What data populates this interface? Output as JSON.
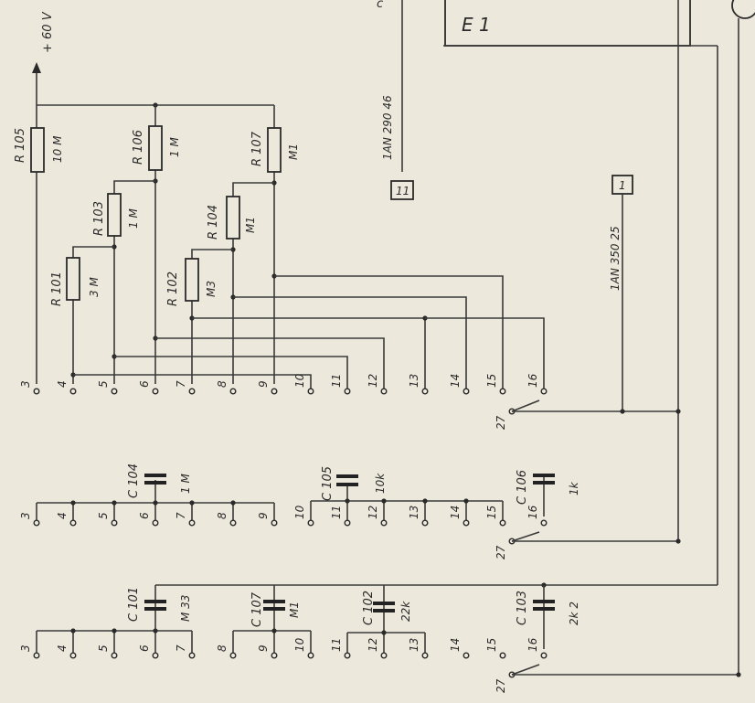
{
  "supply": {
    "label": "+ 60 V"
  },
  "resistors": [
    {
      "id": "r105",
      "ref": "R 105",
      "value": "10 M"
    },
    {
      "id": "r106",
      "ref": "R 106",
      "value": "1 M"
    },
    {
      "id": "r107",
      "ref": "R 107",
      "value": "M1"
    },
    {
      "id": "r103",
      "ref": "R 103",
      "value": "1 M"
    },
    {
      "id": "r104",
      "ref": "R 104",
      "value": "M1"
    },
    {
      "id": "r101",
      "ref": "R 101",
      "value": "3 M"
    },
    {
      "id": "r102",
      "ref": "R 102",
      "value": "M3"
    }
  ],
  "capacitors": [
    {
      "id": "c104",
      "ref": "C 104",
      "value": "1 M"
    },
    {
      "id": "c105",
      "ref": "C 105",
      "value": "10k"
    },
    {
      "id": "c106",
      "ref": "C 106",
      "value": "1k"
    },
    {
      "id": "c101",
      "ref": "C 101",
      "value": "M 33"
    },
    {
      "id": "c107",
      "ref": "C 107",
      "value": "M1"
    },
    {
      "id": "c102",
      "ref": "C 102",
      "value": "22k"
    },
    {
      "id": "c103",
      "ref": "C 103",
      "value": "2k 2"
    }
  ],
  "connectors": {
    "pin11_label": "11",
    "pin11_part": "1AN 290 46",
    "pin1_label": "1",
    "pin1_part": "1AN 350 25"
  },
  "block": {
    "label": "E 1"
  },
  "top_fragment": "c",
  "switch_rows": [
    {
      "id": "row1",
      "pins": [
        "3",
        "4",
        "5",
        "6",
        "7",
        "8",
        "9",
        "10",
        "11",
        "12",
        "13",
        "14",
        "15",
        "16",
        "27"
      ]
    },
    {
      "id": "row2",
      "pins": [
        "3",
        "4",
        "5",
        "6",
        "7",
        "8",
        "9",
        "10",
        "11",
        "12",
        "13",
        "14",
        "15",
        "16",
        "27"
      ]
    },
    {
      "id": "row3",
      "pins": [
        "3",
        "4",
        "5",
        "6",
        "7",
        "8",
        "9",
        "10",
        "11",
        "12",
        "13",
        "14",
        "15",
        "16",
        "27"
      ]
    }
  ]
}
